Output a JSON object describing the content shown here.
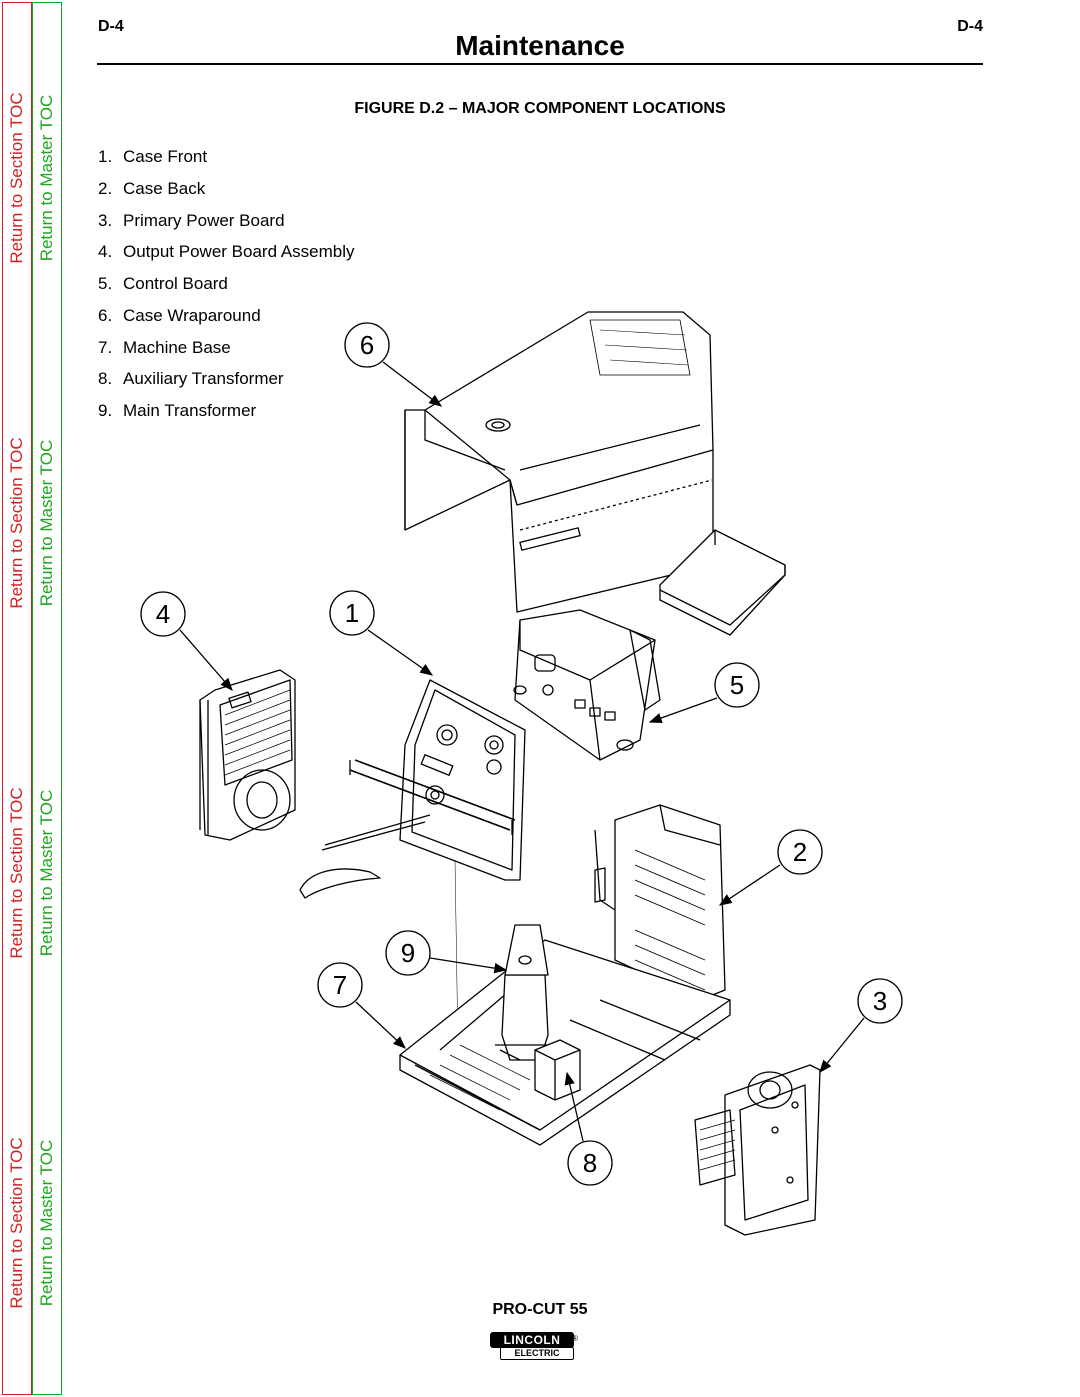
{
  "page_number": "D-4",
  "title": "Maintenance",
  "figure_caption": "FIGURE D.2 – MAJOR COMPONENT LOCATIONS",
  "components": [
    {
      "num": "1.",
      "label": "Case Front"
    },
    {
      "num": "2.",
      "label": "Case Back"
    },
    {
      "num": "3.",
      "label": "Primary Power Board"
    },
    {
      "num": "4.",
      "label": "Output Power Board Assembly"
    },
    {
      "num": "5.",
      "label": "Control Board"
    },
    {
      "num": "6.",
      "label": "Case Wraparound"
    },
    {
      "num": "7.",
      "label": "Machine Base"
    },
    {
      "num": "8.",
      "label": "Auxiliary Transformer"
    },
    {
      "num": "9.",
      "label": "Main Transformer"
    }
  ],
  "callouts": [
    "1",
    "2",
    "3",
    "4",
    "5",
    "6",
    "7",
    "8",
    "9"
  ],
  "nav": {
    "section_toc": "Return to Section TOC",
    "master_toc": "Return to Master TOC"
  },
  "model": "PRO-CUT 55",
  "logo": {
    "top": "LINCOLN",
    "bottom": "ELECTRIC",
    "reg": "®"
  },
  "colors": {
    "section_toc": "#d42020",
    "master_toc": "#1fa61f"
  }
}
